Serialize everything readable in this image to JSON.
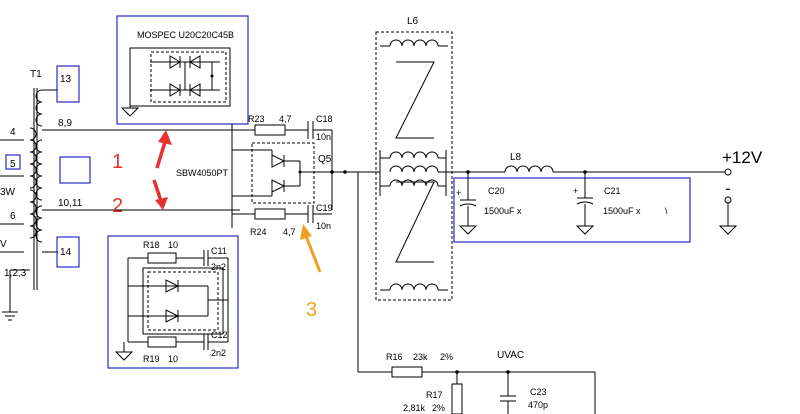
{
  "labels": {
    "mospec": "MOSPEC U20C20C45B",
    "t1": "T1",
    "pin13": "13",
    "pin5": "5",
    "pin14": "14",
    "pin4": "4",
    "pin6": "6",
    "pin89": "8,9",
    "pin1011": "10,11",
    "pin123": "1,2,3",
    "w3": "3W",
    "vfrag": "V",
    "r23": "R23",
    "r23v": "4,7",
    "r24": "R24",
    "r24v": "4,7",
    "c18": "C18",
    "c18v": "10n",
    "c19": "C19",
    "c19v": "10n",
    "q5": "Q5",
    "sbw": "SBW4050PT",
    "l6": "L6",
    "l8": "L8",
    "plus12": "+12V",
    "minus": "-",
    "c20": "C20",
    "c20v": "1500uF x",
    "c21": "C21",
    "c21v": "1500uF x",
    "backslash": "\\",
    "r18": "R18",
    "r18v": "10",
    "c11": "C11",
    "c11v": "2n2",
    "r19": "R19",
    "r19v": "10",
    "c12": "C12",
    "c12v": "2n2",
    "r16": "R16",
    "r16v": "23k",
    "r16t": "2%",
    "uvac": "UVAC",
    "r17": "R17",
    "r17v": "2,81k",
    "r17t": "2%",
    "c23": "C23",
    "c23v": "470p"
  },
  "annotations": {
    "one": "1",
    "two": "2",
    "three": "3"
  },
  "colors": {
    "red_annotation": "#e53030",
    "orange_annotation": "#f0a020",
    "blue_box": "#2a2ac8"
  }
}
